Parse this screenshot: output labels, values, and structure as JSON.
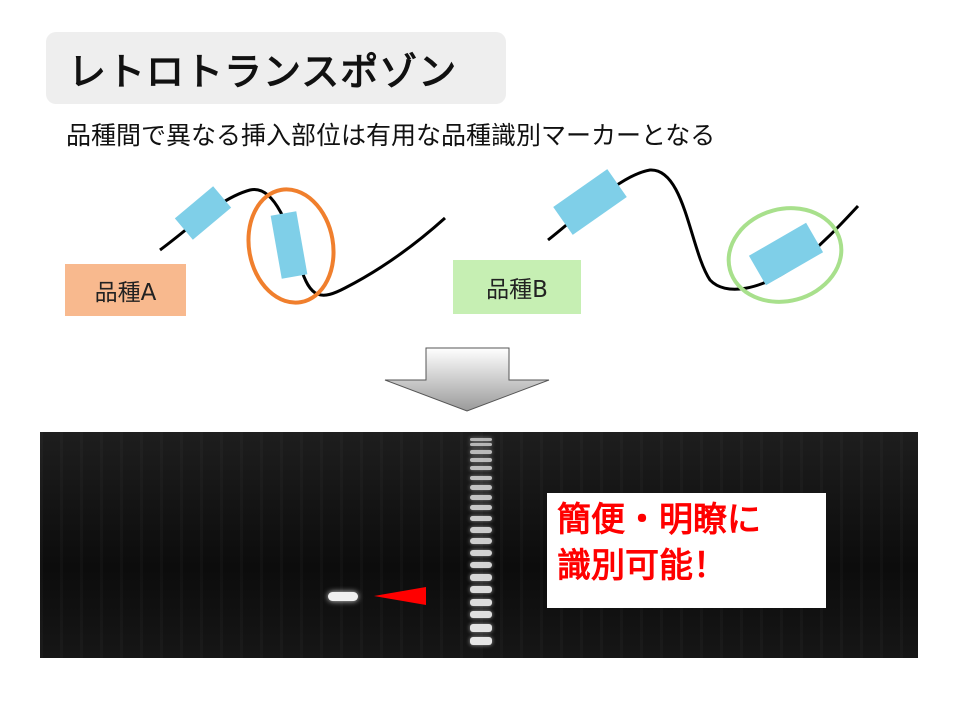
{
  "title": "レトロトランスポゾン",
  "subtitle": "品種間で異なる挿入部位は有用な品種識別マーカーとなる",
  "varieties": [
    {
      "label": "品種A",
      "color": "#f8b98e",
      "highlight_color": "#f07f2d"
    },
    {
      "label": "品種B",
      "color": "#c6efb3",
      "highlight_color": "#a8e08c"
    }
  ],
  "element_color": "#7fcfe8",
  "callout": {
    "lines": [
      "簡便・明瞭に",
      "識別可能！"
    ],
    "color": "#ff0000"
  },
  "gel": {
    "ladder_band_count": 20,
    "sample_band_count": 1,
    "pointer_color": "#ff0000"
  }
}
